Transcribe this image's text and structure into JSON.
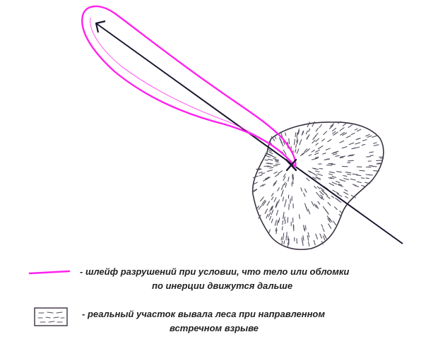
{
  "colors": {
    "plume": "#ff22ee",
    "trajectory": "#1c1530",
    "zone_outline": "#3a3040",
    "hatch": "#555060",
    "text": "#222222"
  },
  "legend": {
    "plume": {
      "line1": "- шлейф разрушений при условии, что тело или обломки",
      "line2": "по инерции движутся дальше"
    },
    "zone": {
      "line1": "- реальный участок вывала леса при направленном",
      "line2": "встречном взрыве"
    }
  }
}
